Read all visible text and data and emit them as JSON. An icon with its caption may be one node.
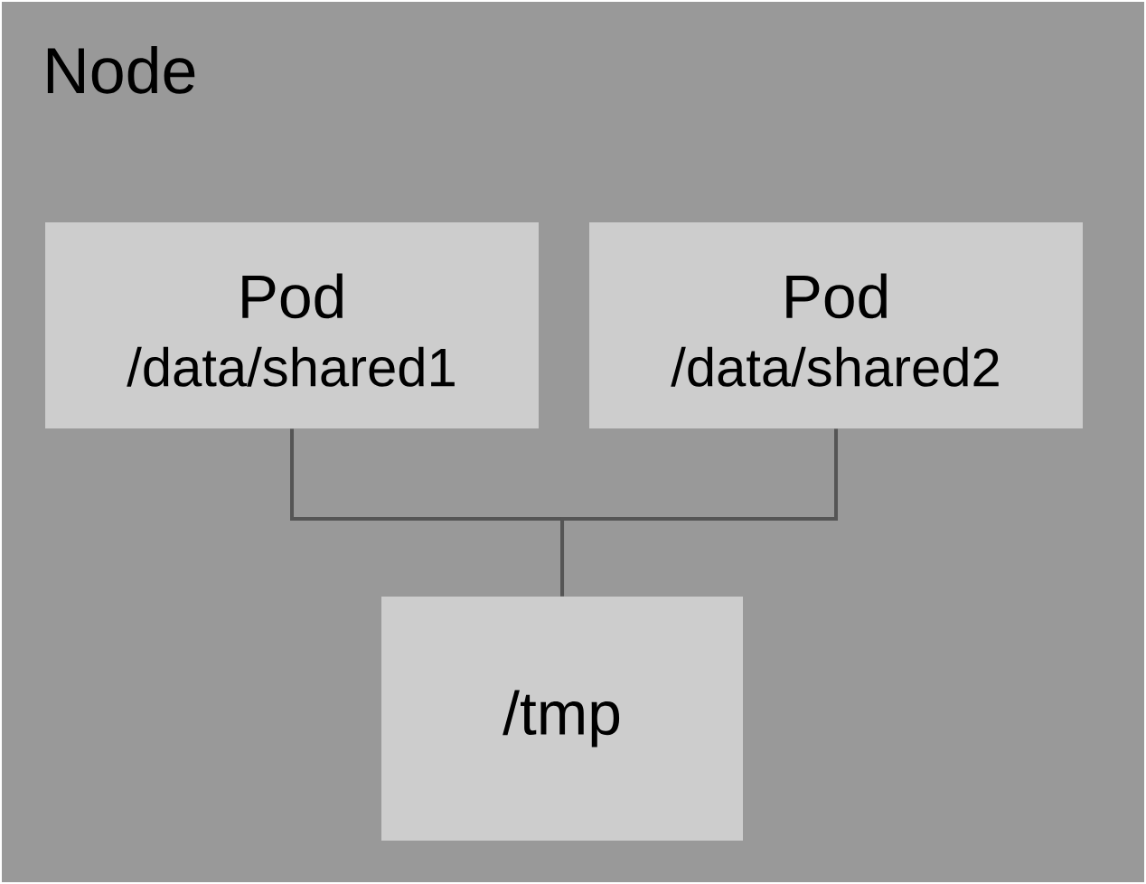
{
  "diagram": {
    "nodes": [
      {
        "text": [
          "Node"
        ]
      },
      {
        "text": [
          "Pod",
          "/data/shared1"
        ],
        "in": 0
      },
      {
        "text": [
          "Pod",
          "/data/shared2"
        ],
        "in": 0
      },
      {
        "text": [
          "/tmp"
        ],
        "in": 0
      }
    ],
    "edges": [
      {
        "from": 1,
        "to": 3,
        "arrow": "none"
      },
      {
        "from": 2,
        "to": 3,
        "arrow": "none"
      }
    ]
  }
}
